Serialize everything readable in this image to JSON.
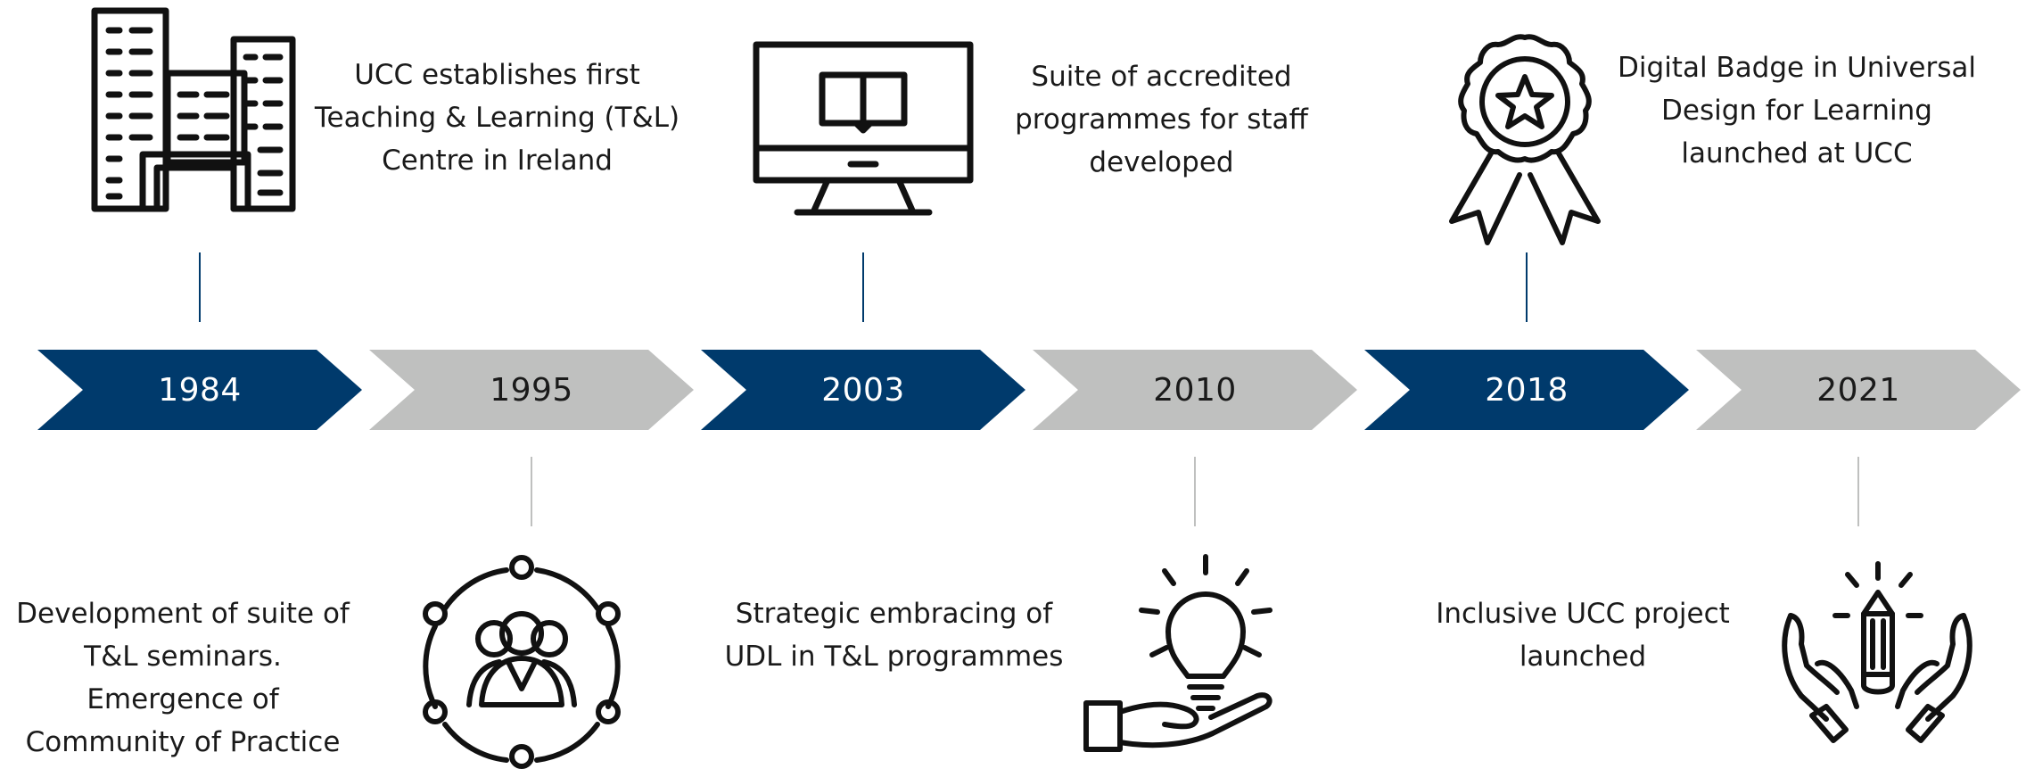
{
  "colors": {
    "dark": "#003a6c",
    "light": "#bfc0bf",
    "dark_text": "#ffffff",
    "light_text": "#1a1a1a",
    "icon": "#111111"
  },
  "milestones": [
    {
      "year": "1984",
      "style": "dark",
      "icon": "city-buildings-icon",
      "caption": "UCC establishes first Teaching & Learning (T&L) Centre in Ireland"
    },
    {
      "year": "1995",
      "style": "light",
      "icon": "community-network-icon",
      "caption": "Development of suite of T&L seminars. Emergence of Community of Practice"
    },
    {
      "year": "2003",
      "style": "dark",
      "icon": "monitor-book-icon",
      "caption": "Suite of accredited programmes for staff developed"
    },
    {
      "year": "2010",
      "style": "light",
      "icon": "lightbulb-hand-icon",
      "caption": "Strategic embracing of UDL in T&L programmes"
    },
    {
      "year": "2018",
      "style": "dark",
      "icon": "award-ribbon-icon",
      "caption": "Digital Badge in Universal Design for Learning launched at UCC"
    },
    {
      "year": "2021",
      "style": "light",
      "icon": "hands-pencil-icon",
      "caption": "Inclusive UCC project launched"
    }
  ]
}
